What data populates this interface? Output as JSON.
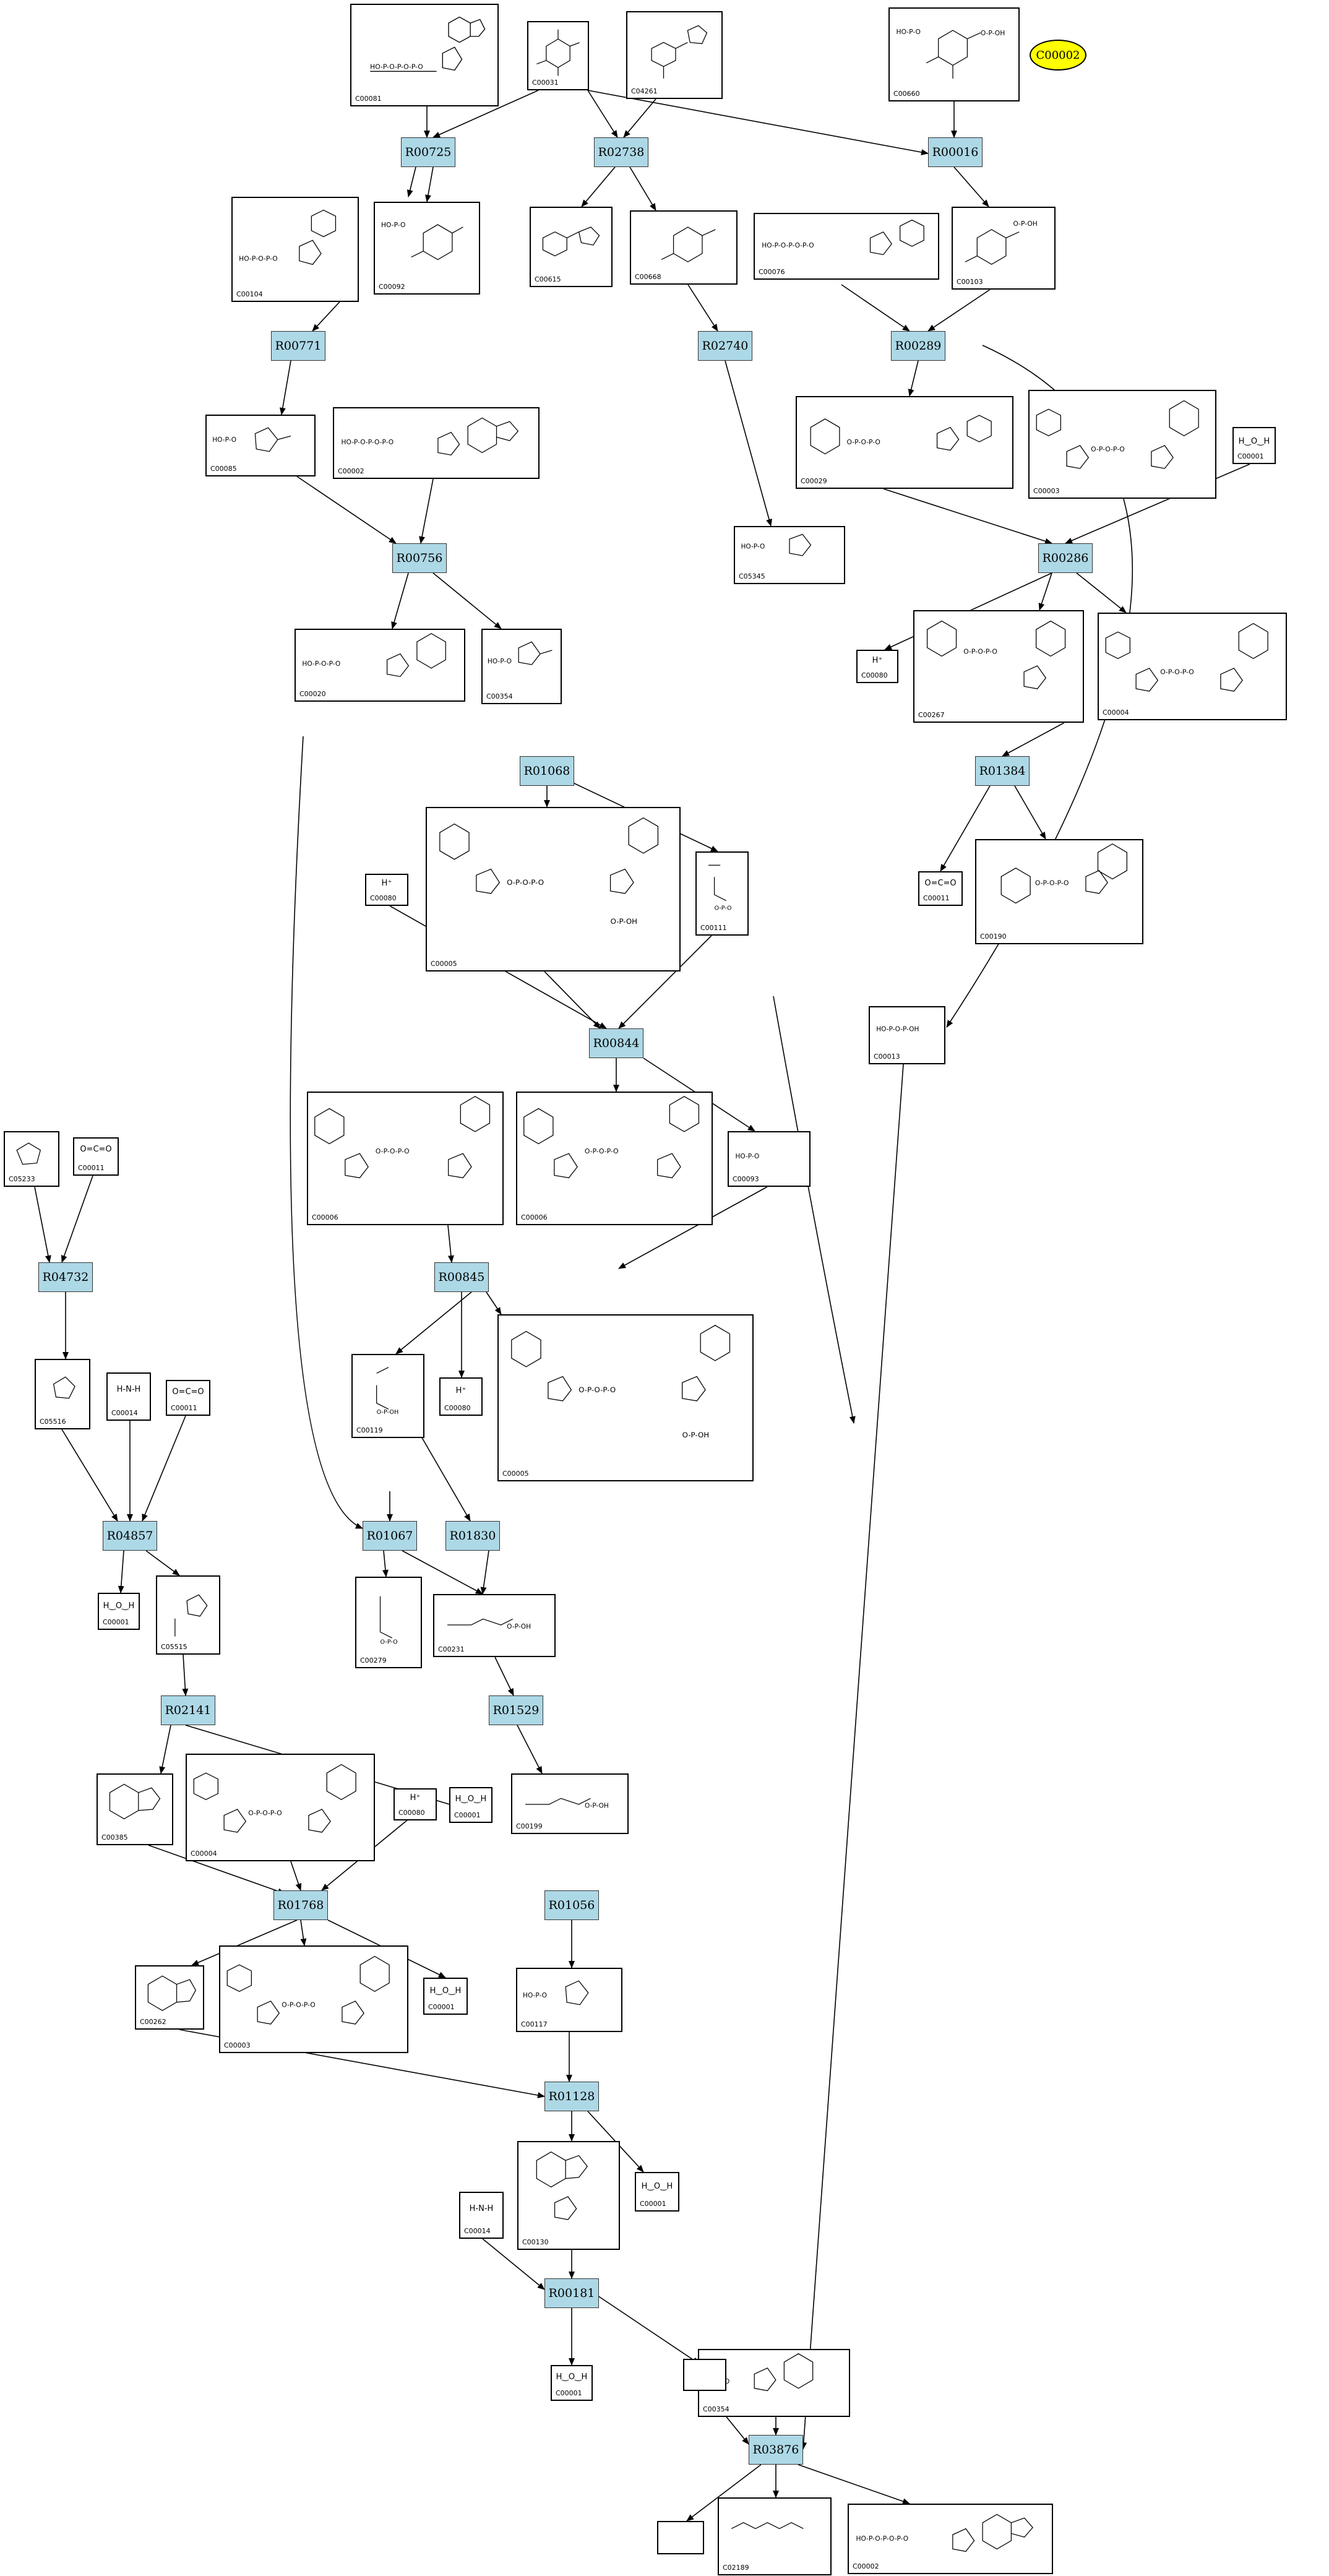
{
  "highlight": {
    "id": "C00002",
    "color": "#ffff00"
  },
  "reactions": [
    "R00725",
    "R02738",
    "R00016",
    "R00771",
    "R02740",
    "R00289",
    "R00756",
    "R00286",
    "R01384",
    "R01068",
    "R00844",
    "R04732",
    "R00845",
    "R04857",
    "R01067",
    "R01830",
    "R02141",
    "R01529",
    "R01768",
    "R01056",
    "R01128",
    "R00181",
    "R03876"
  ],
  "compounds": [
    "C00081",
    "C00031",
    "C04261",
    "C00660",
    "C00104",
    "C00092",
    "C00615",
    "C00668",
    "C00076",
    "C00103",
    "C00085",
    "C00002",
    "C00029",
    "C00003",
    "C00001",
    "C05345",
    "C00080",
    "C00020",
    "C00354",
    "C00267",
    "C00004",
    "C00005",
    "C00111",
    "C00011",
    "C00190",
    "C00013",
    "C00006",
    "C00093",
    "C05233",
    "C05516",
    "C00014",
    "C00119",
    "C05515",
    "C00279",
    "C00231",
    "C00385",
    "C00199",
    "C00262",
    "C00117",
    "C00130",
    "C02189"
  ],
  "reaction_color": "#add8e6"
}
